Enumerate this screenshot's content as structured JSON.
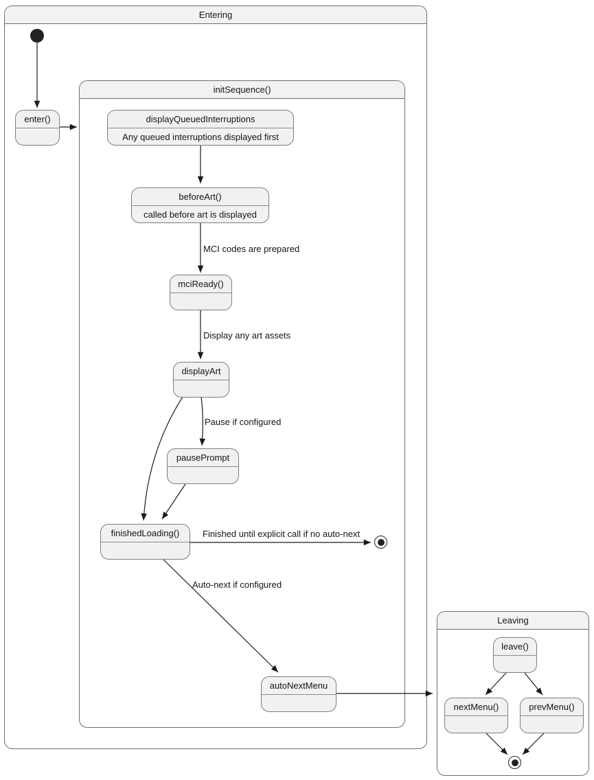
{
  "diagram": {
    "type": "uml-state-diagram",
    "colors": {
      "state_fill": "#f1f1f1",
      "container_title_fill": "#f2f2f2",
      "border": "#6e6e6e",
      "arrow": "#1b1b1b",
      "text": "#141414",
      "terminal": "#222222"
    },
    "containers": {
      "entering": {
        "title": "Entering"
      },
      "init_sequence": {
        "title": "initSequence()"
      },
      "leaving": {
        "title": "Leaving"
      }
    },
    "states": {
      "enter": {
        "label": "enter()"
      },
      "display_queued_interruptions": {
        "label": "displayQueuedInterruptions",
        "description": "Any queued interruptions displayed first"
      },
      "before_art": {
        "label": "beforeArt()",
        "description": "called before art is displayed"
      },
      "mci_ready": {
        "label": "mciReady()"
      },
      "display_art": {
        "label": "displayArt"
      },
      "pause_prompt": {
        "label": "pausePrompt"
      },
      "finished_loading": {
        "label": "finishedLoading()"
      },
      "auto_next_menu": {
        "label": "autoNextMenu"
      },
      "leave": {
        "label": "leave()"
      },
      "next_menu": {
        "label": "nextMenu()"
      },
      "prev_menu": {
        "label": "prevMenu()"
      }
    },
    "edge_labels": {
      "mci_codes": "MCI codes are prepared",
      "display_art_assets": "Display any art assets",
      "pause_if_configured": "Pause if configured",
      "finished_until": "Finished until explicit call if no auto-next",
      "auto_next": "Auto-next if configured"
    }
  }
}
